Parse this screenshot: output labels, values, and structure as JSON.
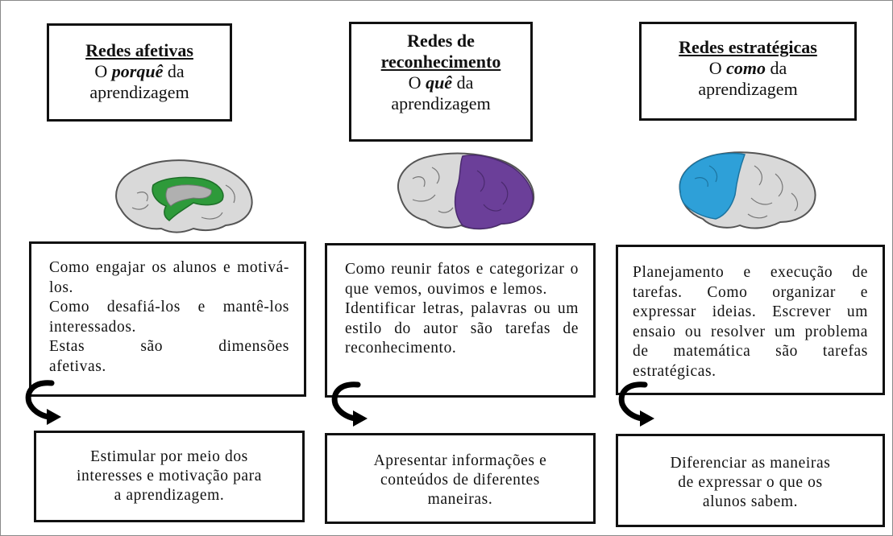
{
  "columns": [
    {
      "title": "Redes afetivas",
      "subtitle": {
        "prefix": "O ",
        "emph": "porquê",
        "suffix": " da",
        "last": "aprendizagem"
      },
      "brain_region": "medial-limbic",
      "brain_color": "#2e9a3a",
      "description": [
        "Como engajar os alunos e motivá-los.",
        "Como desafiá-los e mantê-los interessados.",
        "Estas são dimensões afetivas."
      ],
      "goal": [
        "Estimular por meio dos",
        "interesses e motivação para",
        "a aprendizagem."
      ]
    },
    {
      "title_lines": [
        "Redes de",
        "reconhecimento"
      ],
      "subtitle": {
        "prefix": "O ",
        "emph": "quê",
        "suffix": " da",
        "last": "aprendizagem"
      },
      "brain_region": "posterior",
      "brain_color": "#6b3f99",
      "description": [
        "Como reunir fatos e categorizar o que vemos, ouvimos e lemos.",
        "Identificar letras, palavras ou um estilo do autor são tarefas de reconhecimento."
      ],
      "goal": [
        "Apresentar informações e",
        "conteúdos de diferentes",
        "maneiras."
      ]
    },
    {
      "title": "Redes estratégicas",
      "subtitle": {
        "prefix": "O ",
        "emph": "como",
        "suffix": " da",
        "last": "aprendizagem"
      },
      "brain_region": "frontal",
      "brain_color": "#2ea0d8",
      "description": [
        "Planejamento e execução de tarefas. Como organizar e expressar ideias. Escrever um ensaio ou resolver um problema de matemática são tarefas estratégicas."
      ],
      "goal": [
        "Diferenciar as maneiras",
        "de expressar o que os",
        "alunos sabem."
      ]
    }
  ],
  "colors": {
    "border": "#111111",
    "brain_base": "#d9d9d9",
    "brain_outline": "#555555",
    "arrow": "#000000"
  }
}
